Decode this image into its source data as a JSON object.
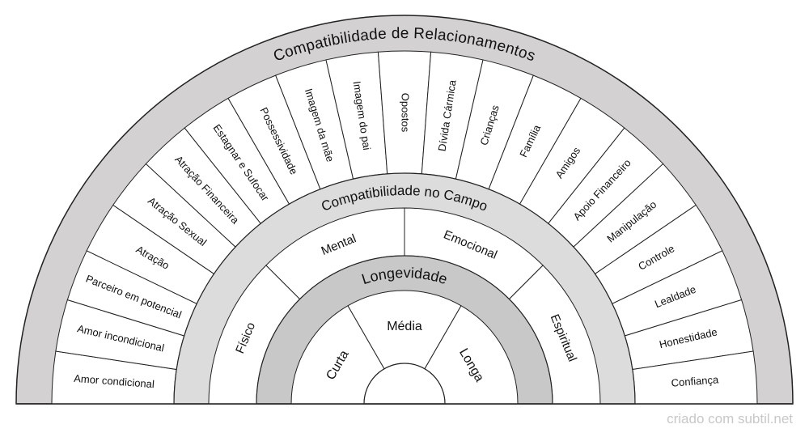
{
  "outer_ring": {
    "title": "Compatibilidade de Relacionamentos",
    "items": [
      "Amor condicional",
      "Amor incondicional",
      "Parceiro em potencial",
      "Atração",
      "Atração Sexual",
      "Atração Financeira",
      "Estagnar e Sufocar",
      "Possessividade",
      "Imagem da mãe",
      "Imagem do pai",
      "Opostos",
      "Dívida Cármica",
      "Crianças",
      "Família",
      "Amigos",
      "Apoio Financeiro",
      "Manipulação",
      "Controle",
      "Lealdade",
      "Honestidade",
      "Confiança"
    ]
  },
  "middle_ring": {
    "title": "Compatibilidade no Campo",
    "items": [
      "Físico",
      "Mental",
      "Emocional",
      "Espiritual"
    ]
  },
  "inner_ring": {
    "title": "Longevidade",
    "items": [
      "Curta",
      "Média",
      "Longa"
    ]
  },
  "footer": {
    "credit": "criado com subtil.net"
  },
  "colors": {
    "outer_band": "#d3d1d2",
    "middle_band": "#dcdcdc",
    "inner_band": "#c8c8c8",
    "sector_fill": "#ffffff",
    "stroke": "#222222"
  }
}
